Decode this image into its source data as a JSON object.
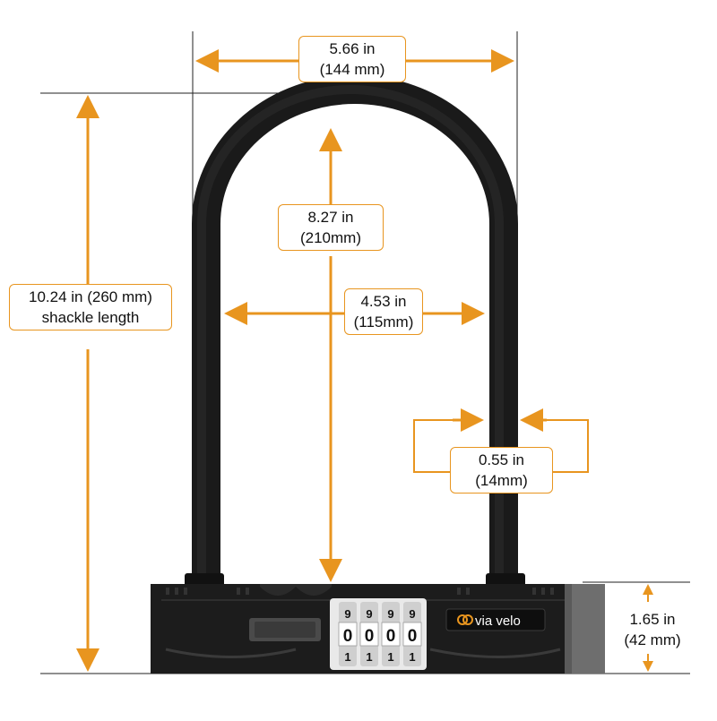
{
  "colors": {
    "accent": "#E8951F",
    "lock_body": "#1C1C1C",
    "shackle": "#262626",
    "end_cap": "#6E6E6E"
  },
  "brand": {
    "text": "via velo"
  },
  "dial_digits": {
    "top": [
      "9",
      "9",
      "9",
      "9"
    ],
    "middle": [
      "0",
      "0",
      "0",
      "0"
    ],
    "bottom": [
      "1",
      "1",
      "1",
      "1"
    ]
  },
  "dimensions": {
    "overall_width": {
      "line1": "5.66 in",
      "line2": "(144 mm)"
    },
    "shackle_length": {
      "line1": "10.24 in (260 mm)",
      "line2": "shackle length"
    },
    "inner_height": {
      "line1": "8.27 in",
      "line2": "(210mm)"
    },
    "inner_width": {
      "line1": "4.53 in",
      "line2": "(115mm)"
    },
    "shackle_diameter": {
      "line1": "0.55 in",
      "line2": "(14mm)"
    },
    "body_height": {
      "line1": "1.65 in",
      "line2": "(42 mm)"
    }
  }
}
